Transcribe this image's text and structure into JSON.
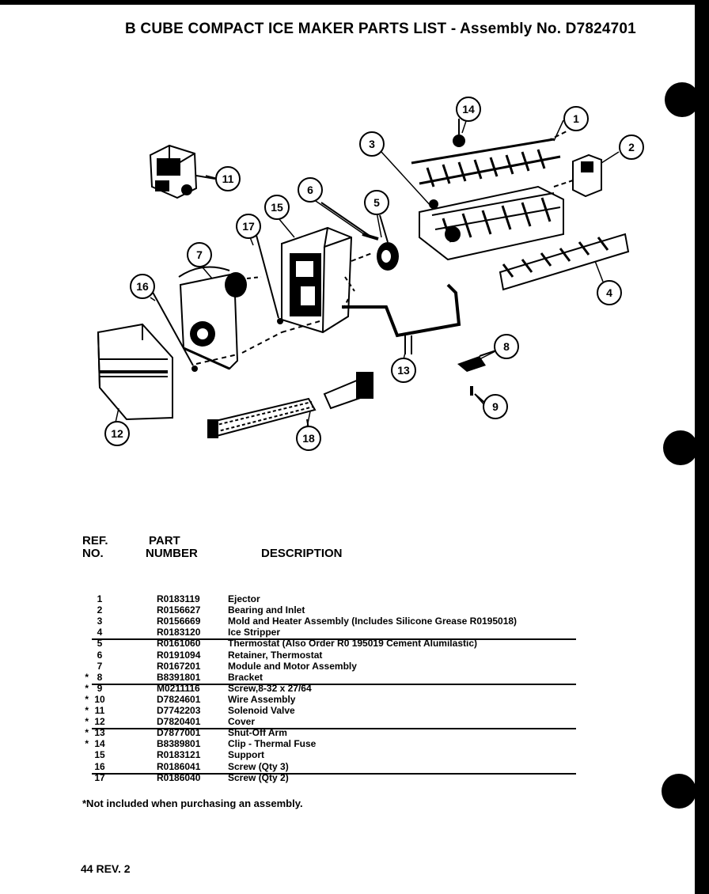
{
  "page": {
    "title": "B CUBE COMPACT ICE MAKER PARTS LIST - Assembly No. D7824701",
    "page_number": "44 REV. 2",
    "footnote": "*Not included when purchasing an assembly."
  },
  "diagram": {
    "callouts": [
      "1",
      "2",
      "3",
      "4",
      "5",
      "6",
      "7",
      "8",
      "9",
      "11",
      "12",
      "13",
      "14",
      "15",
      "16",
      "17",
      "18"
    ]
  },
  "table": {
    "headers": {
      "ref_line1": "REF.",
      "ref_line2": "NO.",
      "part_line1": "PART",
      "part_line2": "NUMBER",
      "desc": "DESCRIPTION"
    },
    "rows": [
      {
        "star": "",
        "ref": "1",
        "part": "R0183119",
        "desc": "Ejector"
      },
      {
        "star": "",
        "ref": "2",
        "part": "R0156627",
        "desc": "Bearing and Inlet"
      },
      {
        "star": "",
        "ref": "3",
        "part": "R0156669",
        "desc": "Mold and Heater Assembly (Includes Silicone Grease R0195018)"
      },
      {
        "star": "",
        "ref": "4",
        "part": "R0183120",
        "desc": "Ice Stripper"
      },
      {
        "star": "",
        "ref": "5",
        "part": "R0161060",
        "desc": "Thermostat (Also Order R0 195019 Cement Alumilastic)"
      },
      {
        "star": "",
        "ref": "6",
        "part": "R0191094",
        "desc": "Retainer, Thermostat"
      },
      {
        "star": "",
        "ref": "7",
        "part": "R0167201",
        "desc": "Module and Motor Assembly"
      },
      {
        "star": "*",
        "ref": "8",
        "part": "B8391801",
        "desc": "Bracket"
      },
      {
        "star": "*",
        "ref": "9",
        "part": "M0211116",
        "desc": "Screw,8-32 x 27/64"
      },
      {
        "star": "*",
        "ref": "10",
        "part": "D7824601",
        "desc": "Wire Assembly"
      },
      {
        "star": "*",
        "ref": "11",
        "part": "D7742203",
        "desc": "Solenoid Valve"
      },
      {
        "star": "*",
        "ref": "12",
        "part": "D7820401",
        "desc": "Cover"
      },
      {
        "star": "*",
        "ref": "13",
        "part": "D7877001",
        "desc": "Shut-Off Arm"
      },
      {
        "star": "*",
        "ref": "14",
        "part": "B8389801",
        "desc": "Clip - Thermal Fuse"
      },
      {
        "star": "",
        "ref": "15",
        "part": "R0183121",
        "desc": "Support"
      },
      {
        "star": "",
        "ref": "16",
        "part": "R0186041",
        "desc": "Screw (Qty 3)"
      },
      {
        "star": "",
        "ref": "17",
        "part": "R0186040",
        "desc": "Screw (Qty 2)"
      }
    ]
  }
}
